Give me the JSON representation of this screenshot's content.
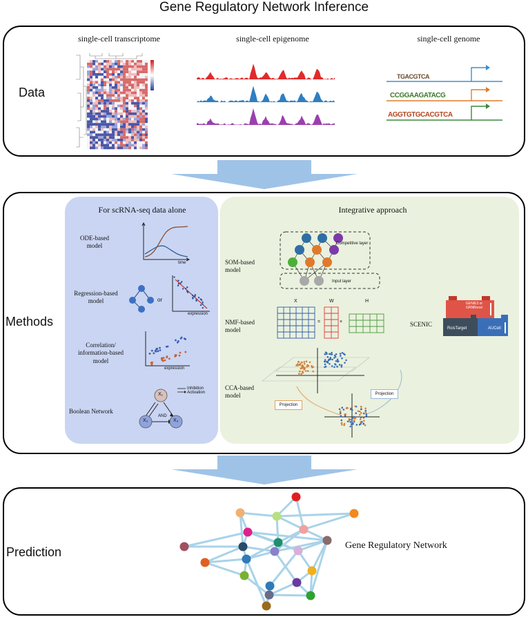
{
  "title": "Gene Regulatory Network Inference",
  "data_panel": {
    "label": "Data",
    "columns": [
      "single-cell transcriptome",
      "single-cell epigenome",
      "single-cell genome"
    ],
    "motifs": [
      "TGACGTCA",
      "CCGGAAGATACG",
      "AGGTGTGCACGTCA"
    ]
  },
  "methods_panel": {
    "label": "Methods",
    "scrna": {
      "heading": "For scRNA-seq data alone",
      "ode": "ODE-based model",
      "regression": "Regression-based model",
      "correlation": "Correlation/ information-based model",
      "boolean": "Boolean Network",
      "axis_expression": "expression",
      "axis_time": "time",
      "or": "or",
      "inhibition": "Inhibition",
      "activation": "Activation",
      "and": "AND",
      "x1": "X₁",
      "x2": "X₂",
      "x3": "X₃"
    },
    "integrative": {
      "heading": "Integrative approach",
      "som": "SOM-based model",
      "competitive": "Competitive layer",
      "input": "Input layer",
      "nmf": "NMF-based model",
      "nmf_x": "X",
      "nmf_w": "W",
      "nmf_h": "H",
      "eq": "=",
      "times": "×",
      "scenic": "SCENIC",
      "genie": "GENIE3 or GRNBoost",
      "rcistarget": "RcisTarget",
      "aucell": "AUCell",
      "cca": "CCA-based model",
      "projection1": "Projection",
      "projection2": "Projection"
    }
  },
  "prediction_panel": {
    "label": "Prediction",
    "network_label": "Gene Regulatory Network"
  },
  "colors": {
    "arrow": "#9fc3e7",
    "blue_box": "#c9d5f2",
    "green_box": "#eaf1de",
    "edge": "#a9d3e8"
  }
}
